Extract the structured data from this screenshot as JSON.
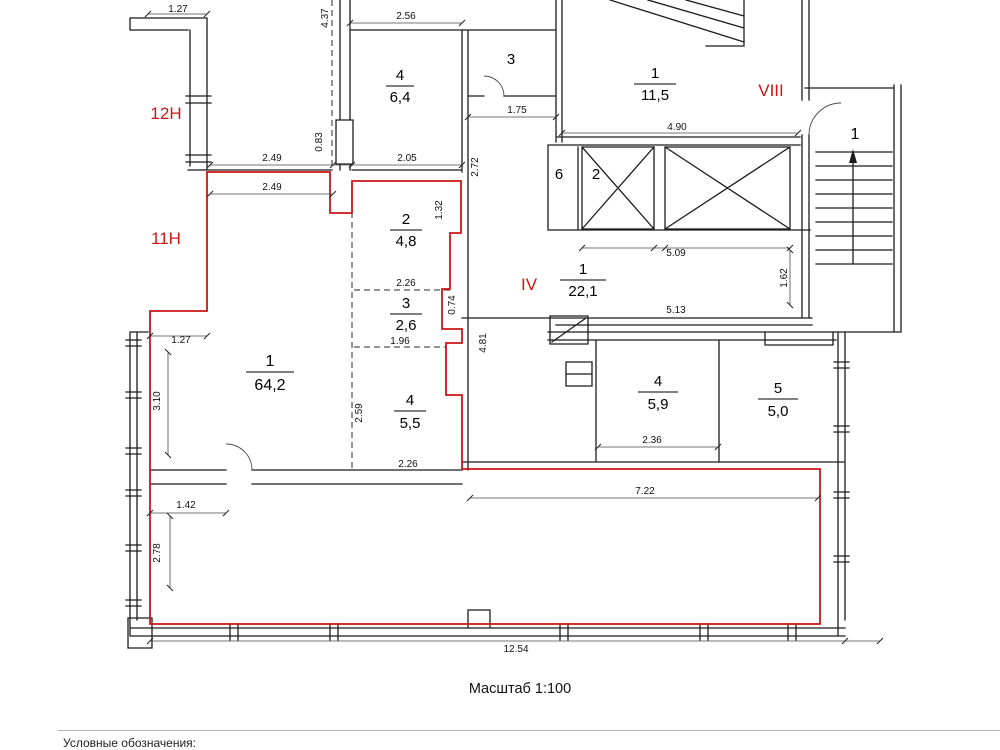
{
  "title": "Масштаб 1:100",
  "legend": "Условные обозначения:",
  "units": [
    "12Н",
    "11Н",
    "IV",
    "VIII"
  ],
  "rooms": [
    {
      "num": "4",
      "area": "6,4"
    },
    {
      "num": "3"
    },
    {
      "num": "1",
      "area": "11,5"
    },
    {
      "num": "6"
    },
    {
      "num": "2"
    },
    {
      "num": "2",
      "area": "4,8"
    },
    {
      "num": "1",
      "area": "22,1"
    },
    {
      "num": "3",
      "area": "2,6"
    },
    {
      "num": "1",
      "area": "64,2"
    },
    {
      "num": "4",
      "area": "5,5"
    },
    {
      "num": "4",
      "area": "5,9"
    },
    {
      "num": "5",
      "area": "5,0"
    },
    {
      "num": "1"
    }
  ],
  "dims": [
    "1.27",
    "4.37",
    "2.56",
    "2.49",
    "2.49",
    "0.83",
    "2.05",
    "1.75",
    "2.72",
    "4.90",
    "1.32",
    "2.26",
    "0.74",
    "1.96",
    "4.81",
    "5.09",
    "1.62",
    "5.13",
    "1.27",
    "3.10",
    "2.59",
    "2.26",
    "2.36",
    "7.22",
    "1.42",
    "2.78",
    "12.54"
  ],
  "colors": {
    "unit_outline": "#cc1616",
    "walls": "#1c1c1c",
    "dims": "#111111"
  }
}
